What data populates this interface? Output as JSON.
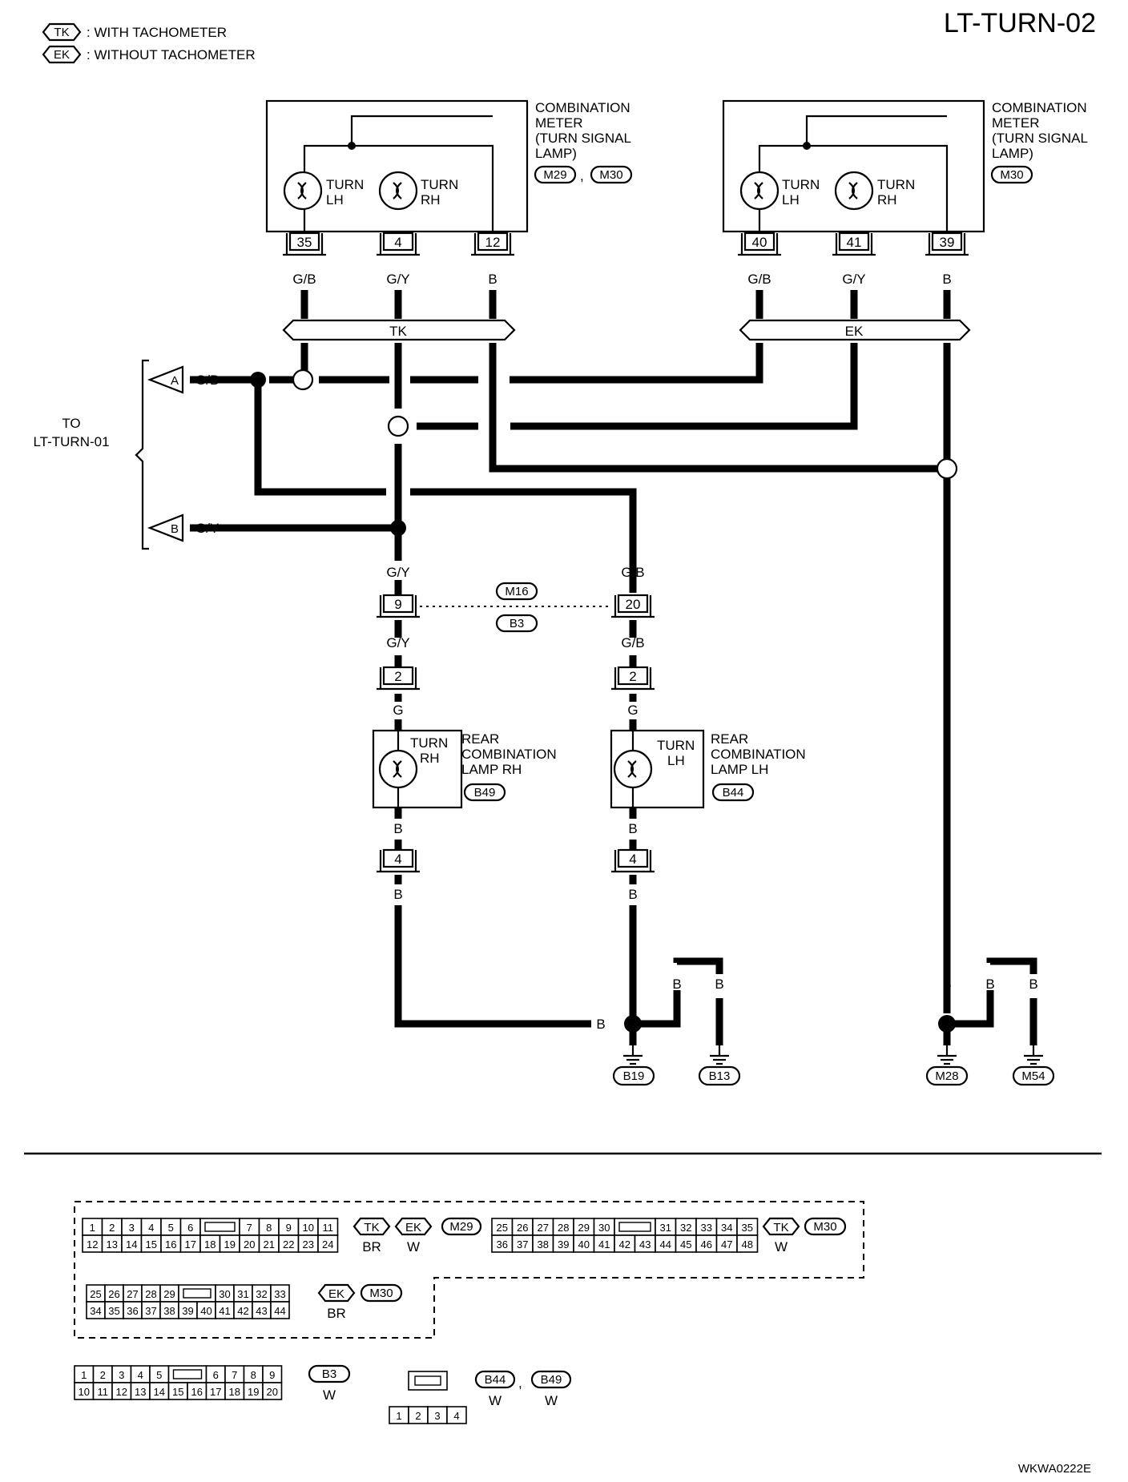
{
  "page": {
    "title": "LT-TURN-02",
    "figure_id": "WKWA0222E"
  },
  "legend": {
    "tk": {
      "tag": "TK",
      "text": ": WITH TACHOMETER"
    },
    "ek": {
      "tag": "EK",
      "text": ": WITHOUT TACHOMETER"
    }
  },
  "meter_tk": {
    "title": [
      "COMBINATION",
      "METER",
      "(TURN SIGNAL",
      "LAMP)"
    ],
    "conn1": "M29",
    "sep": ",",
    "conn2": "M30",
    "lamp_lh": [
      "TURN",
      "LH"
    ],
    "lamp_rh": [
      "TURN",
      "RH"
    ],
    "pins": [
      "35",
      "4",
      "12"
    ],
    "wires": [
      "G/B",
      "G/Y",
      "B"
    ]
  },
  "meter_ek": {
    "title": [
      "COMBINATION",
      "METER",
      "(TURN SIGNAL",
      "LAMP)"
    ],
    "conn": "M30",
    "lamp_lh": [
      "TURN",
      "LH"
    ],
    "lamp_rh": [
      "TURN",
      "RH"
    ],
    "pins": [
      "40",
      "41",
      "39"
    ],
    "wires": [
      "G/B",
      "G/Y",
      "B"
    ]
  },
  "split": {
    "tk": "TK",
    "ek": "EK"
  },
  "offpage": {
    "to": [
      "TO",
      "LT-TURN-01"
    ],
    "a": {
      "letter": "A",
      "wire": "G/B"
    },
    "b": {
      "letter": "B",
      "wire": "G/Y"
    }
  },
  "harness": {
    "left_top_wire": "G/Y",
    "right_top_wire": "G/B",
    "left_pin": "9",
    "right_pin": "20",
    "conn_top": "M16",
    "conn_bottom": "B3",
    "left_mid_wire": "G/Y",
    "right_mid_wire": "G/B"
  },
  "rear_rh": {
    "pin_top": "2",
    "wire_top": "G",
    "lamp": [
      "TURN",
      "RH"
    ],
    "title": [
      "REAR",
      "COMBINATION",
      "LAMP RH"
    ],
    "conn": "B49",
    "wire_b1": "B",
    "pin_bottom": "4",
    "wire_b2": "B"
  },
  "rear_lh": {
    "pin_top": "2",
    "wire_top": "G",
    "lamp": [
      "TURN",
      "LH"
    ],
    "title": [
      "REAR",
      "COMBINATION",
      "LAMP LH"
    ],
    "conn": "B44",
    "wire_b1": "B",
    "pin_bottom": "4",
    "wire_b2": "B"
  },
  "grounds": {
    "junction_wire": "B",
    "g1_wire": "B",
    "g2_wire": "B",
    "g3_wire": "B",
    "g4_wire": "B",
    "g5_wire": "B",
    "labels": [
      "B19",
      "B13",
      "M28",
      "M54"
    ]
  },
  "connectors_bottom": {
    "c1": {
      "row1": [
        "1",
        "2",
        "3",
        "4",
        "5",
        "6",
        "",
        "7",
        "8",
        "9",
        "10",
        "11"
      ],
      "row2": [
        "12",
        "13",
        "14",
        "15",
        "16",
        "17",
        "18",
        "19",
        "20",
        "21",
        "22",
        "23",
        "24"
      ],
      "tags": [
        "TK",
        "EK",
        "M29"
      ],
      "colors": [
        "BR",
        "W"
      ]
    },
    "c2": {
      "row1": [
        "25",
        "26",
        "27",
        "28",
        "29",
        "30",
        "",
        "31",
        "32",
        "33",
        "34",
        "35"
      ],
      "row2": [
        "36",
        "37",
        "38",
        "39",
        "40",
        "41",
        "42",
        "43",
        "44",
        "45",
        "46",
        "47",
        "48"
      ],
      "tags": [
        "TK",
        "M30"
      ],
      "color": "W"
    },
    "c3": {
      "row1": [
        "25",
        "26",
        "27",
        "28",
        "29",
        "",
        "30",
        "31",
        "32",
        "33"
      ],
      "row2": [
        "34",
        "35",
        "36",
        "37",
        "38",
        "39",
        "40",
        "41",
        "42",
        "43",
        "44"
      ],
      "tags": [
        "EK",
        "M30"
      ],
      "color": "BR"
    },
    "c4": {
      "row1": [
        "1",
        "2",
        "3",
        "4",
        "5",
        "",
        "6",
        "7",
        "8",
        "9"
      ],
      "row2": [
        "10",
        "11",
        "12",
        "13",
        "14",
        "15",
        "16",
        "17",
        "18",
        "19",
        "20"
      ],
      "tag": "B3",
      "color": "W"
    },
    "c5": {
      "row2": [
        "1",
        "2",
        "3",
        "4"
      ],
      "tag1": "B44",
      "sep": ",",
      "tag2": "B49",
      "color1": "W",
      "color2": "W"
    }
  }
}
